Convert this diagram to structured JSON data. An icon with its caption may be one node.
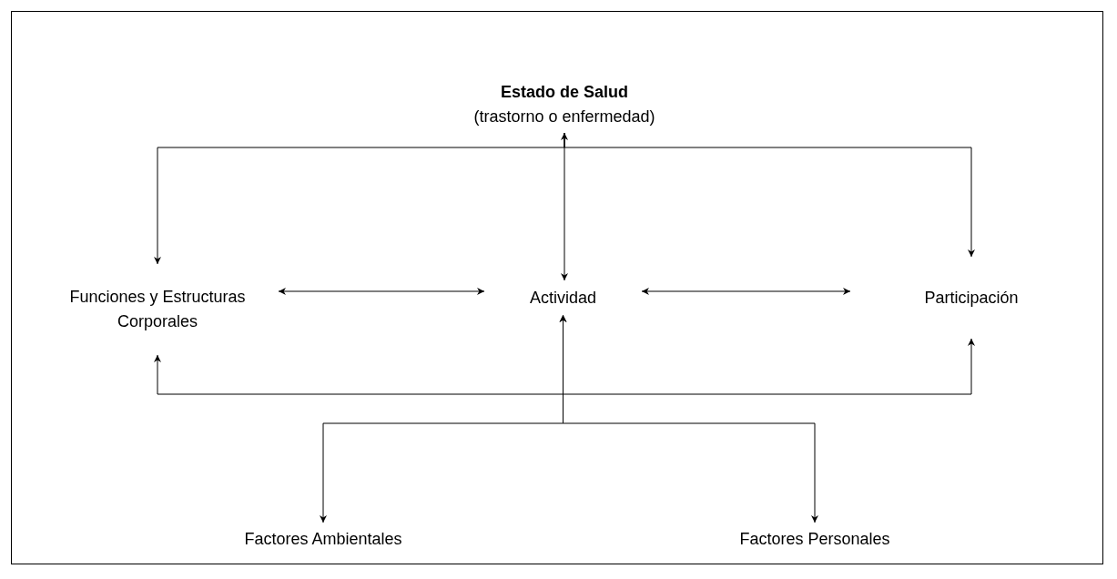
{
  "diagram": {
    "nodes": [
      {
        "text": [
          "Estado de Salud",
          "(trastorno o enfermedad)"
        ]
      },
      {
        "text": [
          "Funciones y Estructuras Corporales"
        ]
      },
      {
        "text": [
          "Actividad"
        ]
      },
      {
        "text": [
          "Participación"
        ]
      },
      {
        "text": [
          "Factores Ambientales"
        ]
      },
      {
        "text": [
          "Factores Personales"
        ]
      }
    ],
    "edges": [
      {
        "from": 0,
        "to": 2,
        "arrow": "both"
      },
      {
        "from": 0,
        "to": 1,
        "arrow": "to"
      },
      {
        "from": 0,
        "to": 3,
        "arrow": "to"
      },
      {
        "from": 1,
        "to": 2,
        "arrow": "both"
      },
      {
        "from": 2,
        "to": 3,
        "arrow": "both"
      },
      {
        "from": 1,
        "to": 3,
        "arrow": "both"
      },
      {
        "from": 4,
        "to": 2,
        "arrow": "both"
      },
      {
        "from": 5,
        "to": 2,
        "arrow": "both"
      }
    ]
  }
}
